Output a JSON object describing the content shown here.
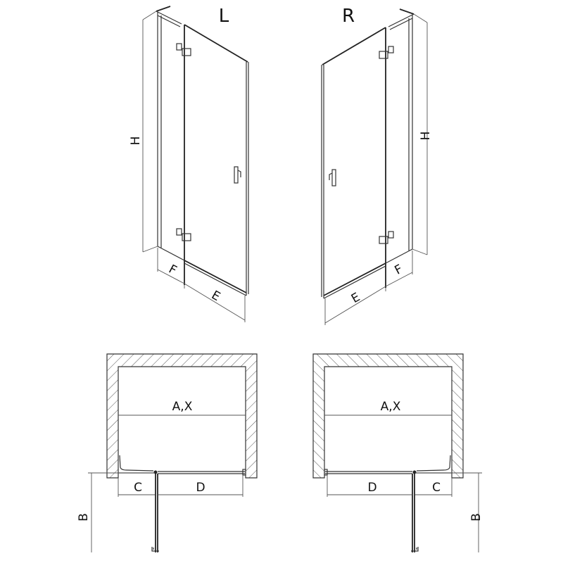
{
  "views": {
    "left": {
      "label": "L",
      "height_dim": "H",
      "fixed_dim": "F",
      "door_dim": "E",
      "plan": {
        "width_dim": "A,X",
        "fixed_dim": "C",
        "door_dim": "D",
        "depth_dim": "B"
      }
    },
    "right": {
      "label": "R",
      "height_dim": "H",
      "fixed_dim": "F",
      "door_dim": "E",
      "plan": {
        "width_dim": "A,X",
        "fixed_dim": "C",
        "door_dim": "D",
        "depth_dim": "B"
      }
    }
  },
  "colors": {
    "line": "#333333",
    "background": "#ffffff"
  }
}
